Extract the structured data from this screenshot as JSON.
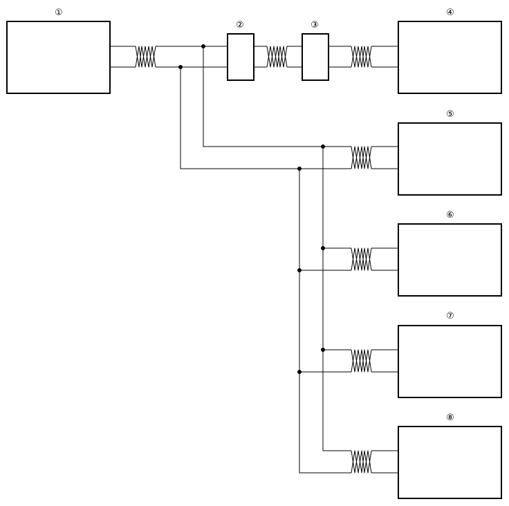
{
  "diagram": {
    "labels": {
      "c1": "①",
      "c2": "②",
      "c3": "③",
      "c4": "④",
      "c5": "⑤",
      "c6": "⑥",
      "c7": "⑦",
      "c8": "⑧"
    }
  }
}
